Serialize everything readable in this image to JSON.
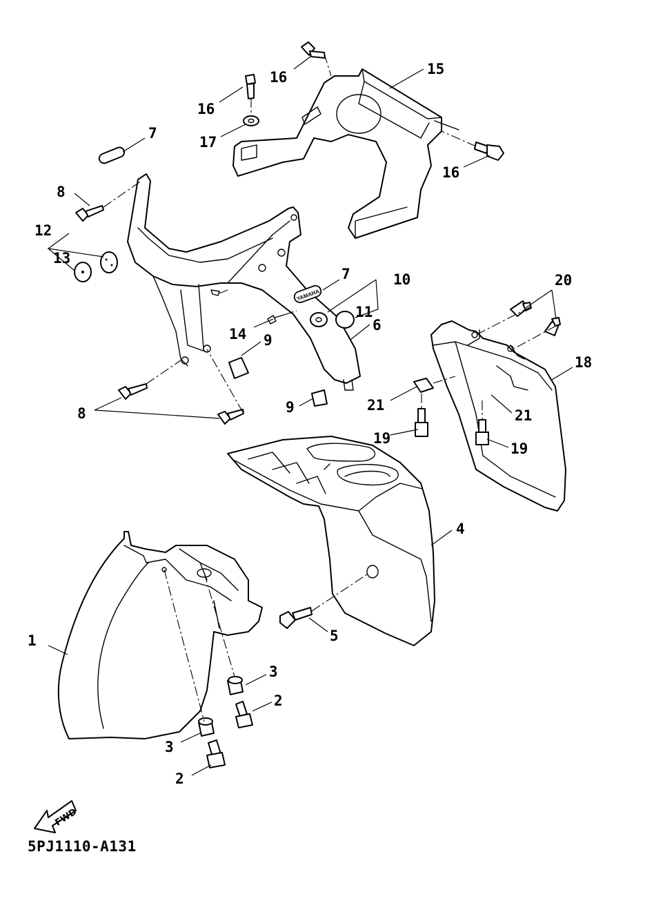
{
  "diagram": {
    "drawing_code": "5PJ1110-A131",
    "direction_label": "FWD",
    "emblem_text": "YAMAHA",
    "callouts": {
      "c1": "1",
      "c2a": "2",
      "c2b": "2",
      "c3a": "3",
      "c3b": "3",
      "c4": "4",
      "c5": "5",
      "c6": "6",
      "c7a": "7",
      "c7b": "7",
      "c8a": "8",
      "c8b": "8",
      "c9a": "9",
      "c9b": "9",
      "c10": "10",
      "c11": "11",
      "c12": "12",
      "c13": "13",
      "c14": "14",
      "c15": "15",
      "c16a": "16",
      "c16b": "16",
      "c16c": "16",
      "c17": "17",
      "c18": "18",
      "c19a": "19",
      "c19b": "19",
      "c20": "20",
      "c21a": "21",
      "c21b": "21"
    }
  }
}
